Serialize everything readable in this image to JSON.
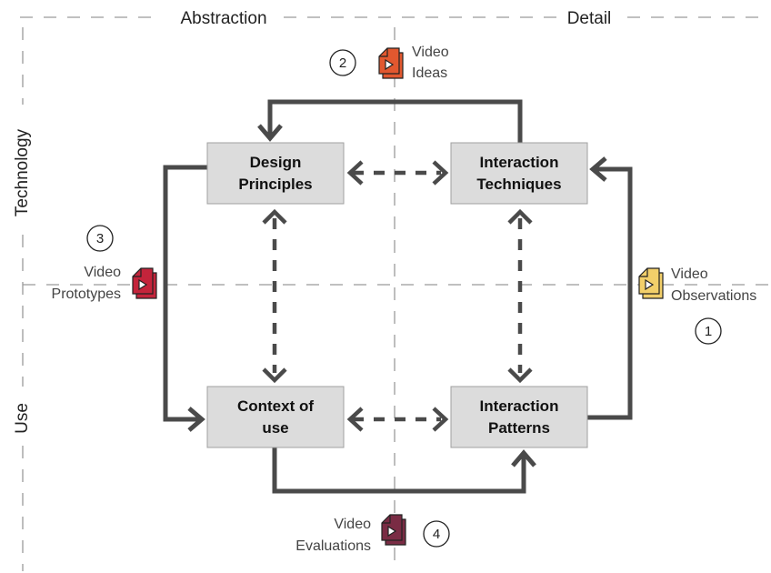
{
  "axes": {
    "top_left": "Abstraction",
    "top_right": "Detail",
    "left_top": "Technology",
    "left_bottom": "Use"
  },
  "boxes": {
    "design_principles": [
      "Design",
      "Principles"
    ],
    "interaction_techniques": [
      "Interaction",
      "Techniques"
    ],
    "context_of_use": [
      "Context of",
      "use"
    ],
    "interaction_patterns": [
      "Interaction",
      "Patterns"
    ]
  },
  "videos": {
    "ideas": {
      "number": "2",
      "lines": [
        "Video",
        "Ideas"
      ],
      "color": "#e2582f"
    },
    "prototypes": {
      "number": "3",
      "lines": [
        "Video",
        "Prototypes"
      ],
      "color": "#c4243b"
    },
    "observations": {
      "number": "1",
      "lines": [
        "Video",
        "Observations"
      ],
      "color": "#f2cf6a"
    },
    "evaluations": {
      "number": "4",
      "lines": [
        "Video",
        "Evaluations"
      ],
      "color": "#7a2c44"
    }
  },
  "colors": {
    "box_fill": "#dcdcdc",
    "box_stroke": "#a0a0a0",
    "arrow": "#4a4a4a",
    "dash": "#9a9a9a"
  },
  "icons": {
    "video": "video-file-stack-icon"
  }
}
